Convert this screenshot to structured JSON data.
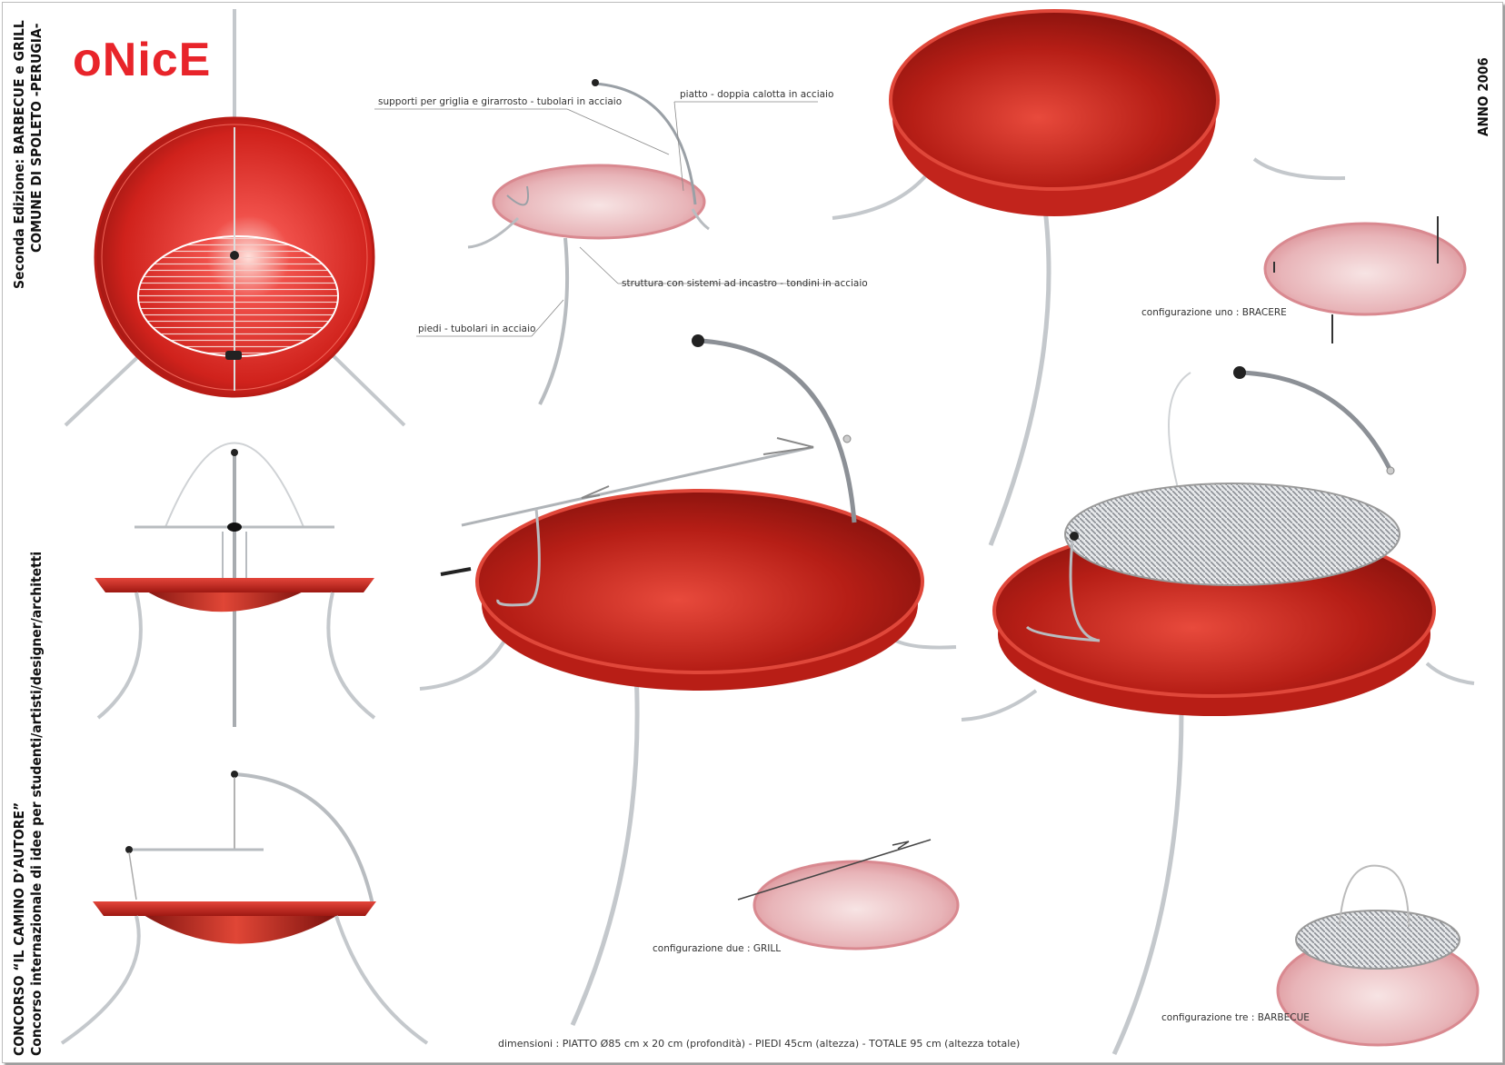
{
  "logo": "oNicE",
  "left_title": {
    "line1": "Seconda Edizione: BARBECUE e GRILL",
    "line2": "COMUNE DI SPOLETO -PERUGIA-"
  },
  "right_title": "ANNO 2006",
  "bottom_title": {
    "line1": "CONCORSO “IL CAMINO D’AUTORE”",
    "line2": "Concorso internazionale di idee per studenti/artisti/designer/architetti"
  },
  "labels": {
    "supports": "supporti per griglia e girarrosto - tubolari in acciaio",
    "plate": "piatto - doppia calotta in acciaio",
    "structure": "struttura con sistemi ad incastro - tondini in acciaio",
    "feet": "piedi - tubolari in acciaio"
  },
  "configurations": {
    "one": "configurazione uno :  BRACERE",
    "two": "configurazione due :  GRILL",
    "three": "configurazione tre :  BARBECUE"
  },
  "dimensions": "dimensioni  :   PIATTO  Ø85 cm x 20 cm (profondità) - PIEDI  45cm (altezza) -  TOTALE  95 cm (altezza totale)",
  "colors": {
    "brand_red": "#e8242a",
    "plate_red": "#c8261e",
    "steel": "#b8bcc0"
  }
}
